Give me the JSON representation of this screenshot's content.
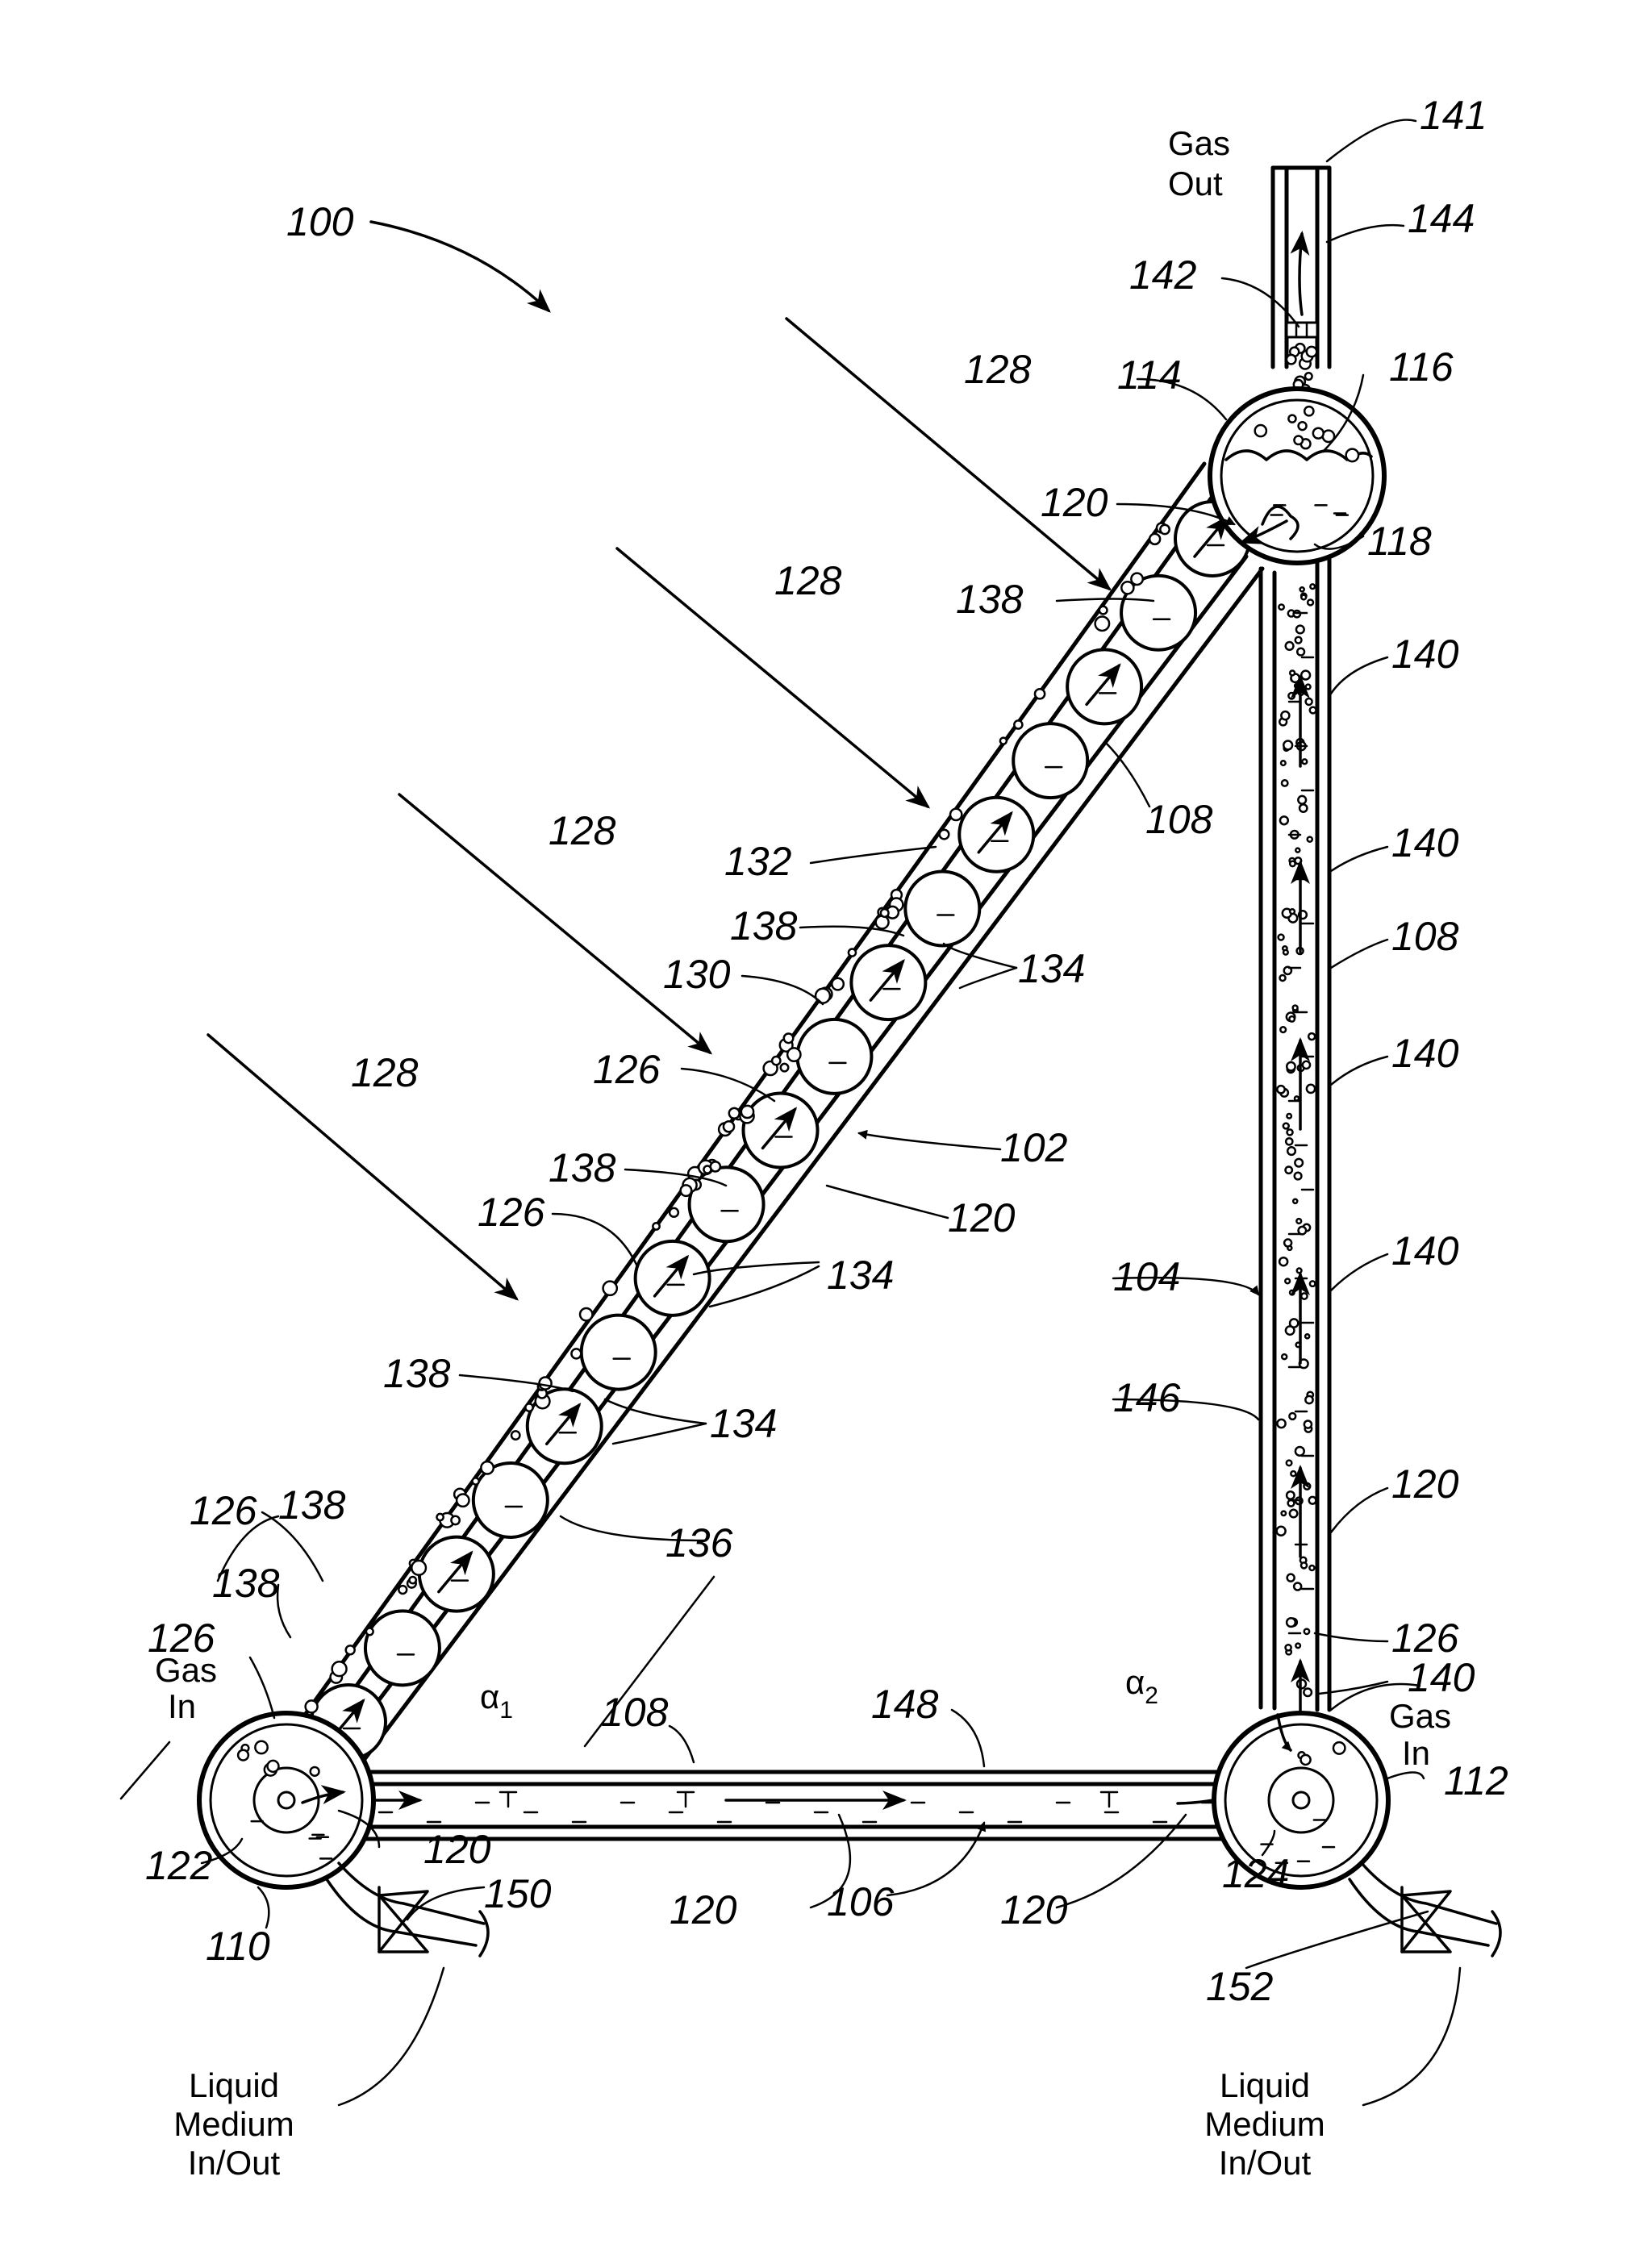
{
  "figure": {
    "captions": {
      "gas_out": [
        "Gas",
        "Out"
      ],
      "gas_in_left": [
        "Gas",
        "In"
      ],
      "gas_in_right": [
        "Gas",
        "In"
      ],
      "liquid_left": [
        "Liquid",
        "Medium",
        "In/Out"
      ],
      "liquid_right": [
        "Liquid",
        "Medium",
        "In/Out"
      ]
    },
    "angles": {
      "a1": "α",
      "a1_sub": "1",
      "a2": "α",
      "a2_sub": "2"
    },
    "refs": {
      "r100": "100",
      "r141": "141",
      "r144": "144",
      "r142": "142",
      "r128a": "128",
      "r128b": "128",
      "r128c": "128",
      "r128d": "128",
      "r114": "114",
      "r116": "116",
      "r120a": "120",
      "r118": "118",
      "r138a": "138",
      "r140a": "140",
      "r108a": "108",
      "r140b": "140",
      "r132": "132",
      "r108b": "108",
      "r138b": "138",
      "r134a": "134",
      "r130": "130",
      "r126a": "126",
      "r102": "102",
      "r140c": "140",
      "r138c": "138",
      "r120b": "120",
      "r126b": "126",
      "r134b": "134",
      "r104": "104",
      "r140d": "140",
      "r138d": "138",
      "r134c": "134",
      "r146": "146",
      "r126c": "126",
      "r138e": "138",
      "r136": "136",
      "r120c": "120",
      "r138f": "138",
      "r126d": "126",
      "r140e": "140",
      "r126e": "126",
      "r108c": "108",
      "r148": "148",
      "r122": "122",
      "r120d": "120",
      "r150": "150",
      "r120e": "120",
      "r106": "106",
      "r120f": "120",
      "r124": "124",
      "r112": "112",
      "r110": "110",
      "r152": "152"
    }
  }
}
